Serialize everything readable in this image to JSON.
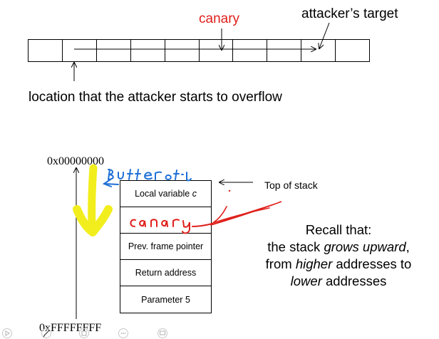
{
  "top_diagram": {
    "canary_label": "canary",
    "target_label": "attacker’s target",
    "overflow_label": "location that the attacker starts to overflow",
    "cells": [
      "",
      "",
      "",
      "",
      "",
      "",
      "",
      "",
      "",
      ""
    ]
  },
  "stack": {
    "top_address": "0x00000000",
    "bottom_address": "0xFFFFFFFF",
    "top_of_stack_label": "Top of stack",
    "slots": [
      {
        "label": "Local variable",
        "var": "c"
      },
      {
        "label": ""
      },
      {
        "label": "Prev. frame pointer"
      },
      {
        "label": "Return address"
      },
      {
        "label": "Parameter 5"
      }
    ],
    "handwritten_canary": "canary",
    "handwritten_buffer": "buffer of c"
  },
  "recall": {
    "line1": "Recall that:",
    "line2_a": "the stack ",
    "line2_em": "grows upward",
    "line2_b": ",",
    "line3_a": "from ",
    "line3_em": "higher",
    "line3_b": " addresses to",
    "line4_em": "lower",
    "line4_b": " addresses"
  },
  "colors": {
    "red": "#e0201c",
    "blue": "#1f6fd6",
    "yellow": "#f2ee1e"
  },
  "controls": [
    "play-icon",
    "pen-icon",
    "highlighter-icon",
    "more-icon",
    "screen-icon"
  ]
}
